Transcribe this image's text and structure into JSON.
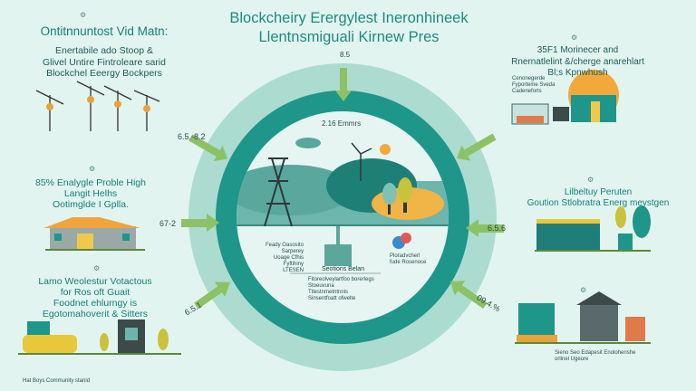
{
  "title": {
    "line1": "Blockcheiry Erergylest Ineronhineek",
    "line2": "Llentnsmiguali Kirnew Pres"
  },
  "left": {
    "heading": "Ontitnnuntost Vid Matn:",
    "intro": [
      "Enertabile ado Stoop &",
      "Glivel Untire Fintroleare sarid",
      "Blockchel Eeergy Bockpers"
    ],
    "section2": [
      "85% Enalygle Proble High",
      "Langit Helhs",
      "Ootimglde I Gplla."
    ],
    "section3": [
      "Lamo Weolestur Votactous",
      "for Ros oft Guait",
      "Foodnet ehlurngy is",
      "Egotomahoverit & Sitters"
    ],
    "footer": "Hat Boys Community stanid"
  },
  "right": {
    "section1": [
      "35F1 Morinecer and",
      "Rnernatlelint &/cherge anarehlart",
      "Bl;s Kpnwhush"
    ],
    "section1_bullets": "Cenonegerde Fyporteme Sveda Cadeneforts",
    "section2": [
      "Lilbeltuy Peruten",
      "Goution Stlobratra Energ meystgen"
    ],
    "section3_bullet": "Sieno Seo Edapesit Enolohenshe orlinel Ugeore"
  },
  "arrows": {
    "top": "8.5",
    "top_left": "6.5.-8.2",
    "left": "67-2",
    "bottom_left": "6.5.1",
    "right": "6.5.6",
    "bottom_right": "09.4.%"
  },
  "center": {
    "top_label": "2.16 Emmrs",
    "left_note": [
      "Feady Oasosito",
      "Sarperey",
      "Uoage Cfhis",
      "Fyftihiny",
      "LTESEN"
    ],
    "right_note": "Ploradvcherl fude Rosenoce",
    "section_title": "Seotions Belan",
    "bullets": [
      "Fitoreolveylartfoo borerlegs Stoeuvuna",
      "Ttlestnmetntnnls",
      "Sinsentfoatt ofwelte"
    ]
  },
  "colors": {
    "background": "#e2f4ef",
    "outer_ring": "#acdcd0",
    "inner_ring": "#1f968a",
    "arrow": "#8cc265",
    "accent": "#f2a93b"
  }
}
